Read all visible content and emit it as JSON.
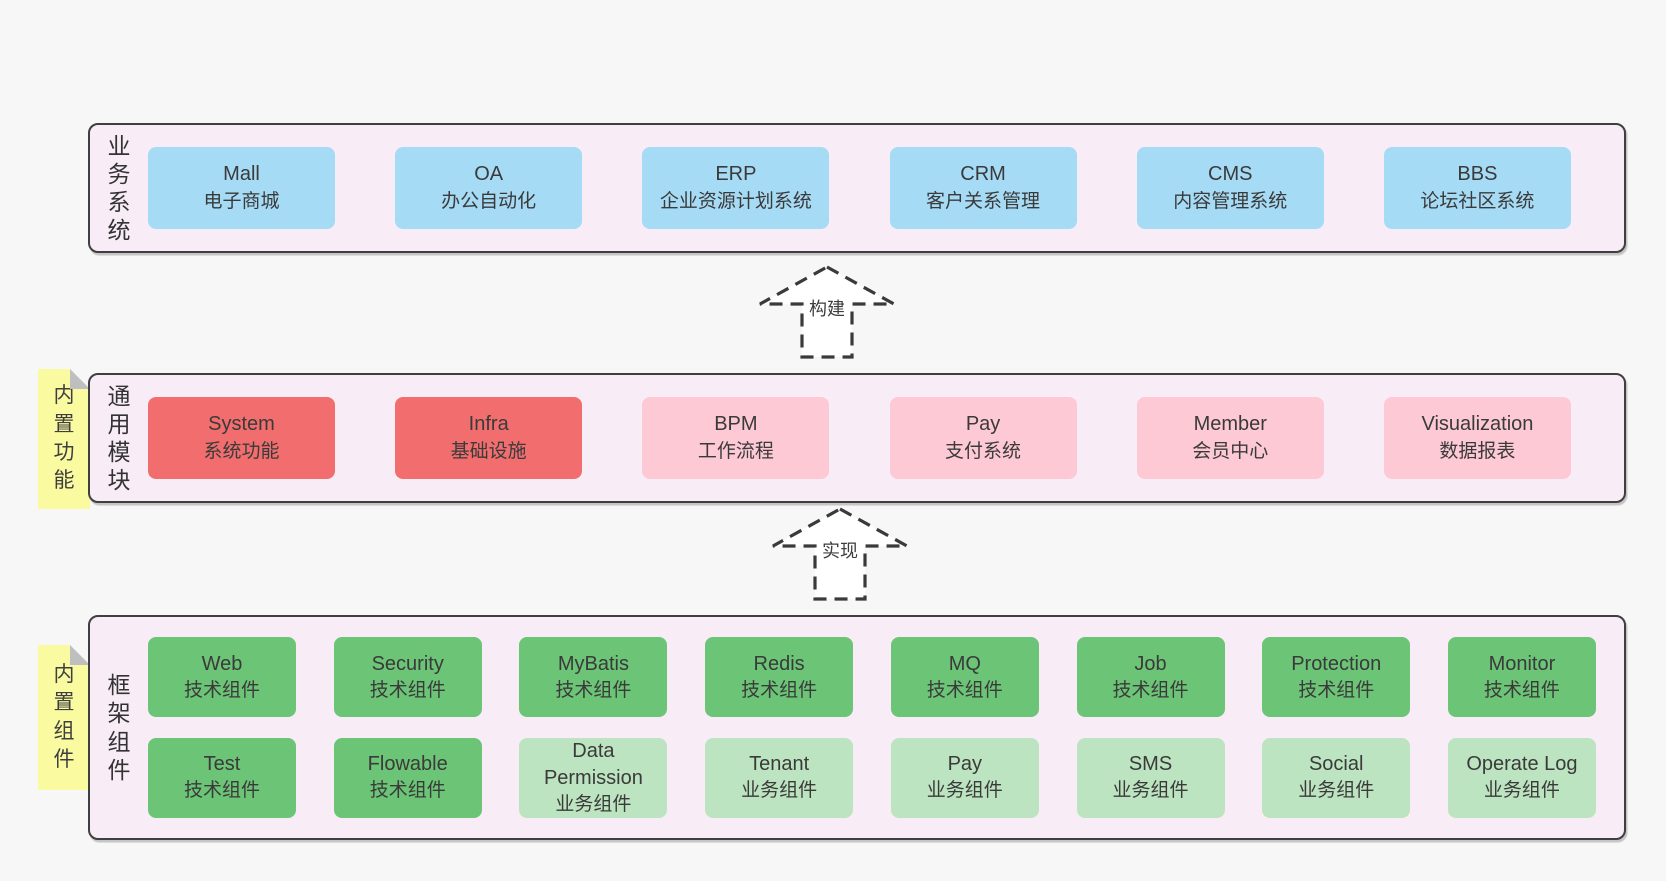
{
  "colors": {
    "page_bg": "#f7f7f7",
    "panel_bg": "#f8edf7",
    "panel_border": "#3f3f3f",
    "blue": "#a6dbf6",
    "red": "#f26e6e",
    "pink": "#fcc9d4",
    "green": "#6cc476",
    "green_light": "#bde4c0",
    "note_yellow": "#fafba1",
    "fold_gray": "#bfbfbf",
    "arrow_fill": "#ffffff",
    "arrow_stroke": "#3a3a3a"
  },
  "sections": [
    {
      "label": "业务系统",
      "boxes": [
        {
          "name": "Mall",
          "subtitle": "电子商城"
        },
        {
          "name": "OA",
          "subtitle": "办公自动化"
        },
        {
          "name": "ERP",
          "subtitle": "企业资源计划系统"
        },
        {
          "name": "CRM",
          "subtitle": "客户关系管理"
        },
        {
          "name": "CMS",
          "subtitle": "内容管理系统"
        },
        {
          "name": "BBS",
          "subtitle": "论坛社区系统"
        }
      ]
    },
    {
      "label": "通用模块",
      "note": "内置功能",
      "boxes": [
        {
          "name": "System",
          "subtitle": "系统功能"
        },
        {
          "name": "Infra",
          "subtitle": "基础设施"
        },
        {
          "name": "BPM",
          "subtitle": "工作流程"
        },
        {
          "name": "Pay",
          "subtitle": "支付系统"
        },
        {
          "name": "Member",
          "subtitle": "会员中心"
        },
        {
          "name": "Visualization",
          "subtitle": "数据报表"
        }
      ]
    },
    {
      "label": "框架组件",
      "note": "内置组件",
      "rows": [
        [
          {
            "name": "Web",
            "subtitle": "技术组件"
          },
          {
            "name": "Security",
            "subtitle": "技术组件"
          },
          {
            "name": "MyBatis",
            "subtitle": "技术组件"
          },
          {
            "name": "Redis",
            "subtitle": "技术组件"
          },
          {
            "name": "MQ",
            "subtitle": "技术组件"
          },
          {
            "name": "Job",
            "subtitle": "技术组件"
          },
          {
            "name": "Protection",
            "subtitle": "技术组件"
          },
          {
            "name": "Monitor",
            "subtitle": "技术组件"
          }
        ],
        [
          {
            "name": "Test",
            "subtitle": "技术组件"
          },
          {
            "name": "Flowable",
            "subtitle": "技术组件"
          },
          {
            "name": "Data Permission",
            "subtitle": "业务组件"
          },
          {
            "name": "Tenant",
            "subtitle": "业务组件"
          },
          {
            "name": "Pay",
            "subtitle": "业务组件"
          },
          {
            "name": "SMS",
            "subtitle": "业务组件"
          },
          {
            "name": "Social",
            "subtitle": "业务组件"
          },
          {
            "name": "Operate Log",
            "subtitle": "业务组件"
          }
        ]
      ]
    }
  ],
  "arrows": [
    {
      "label": "构建"
    },
    {
      "label": "实现"
    }
  ]
}
